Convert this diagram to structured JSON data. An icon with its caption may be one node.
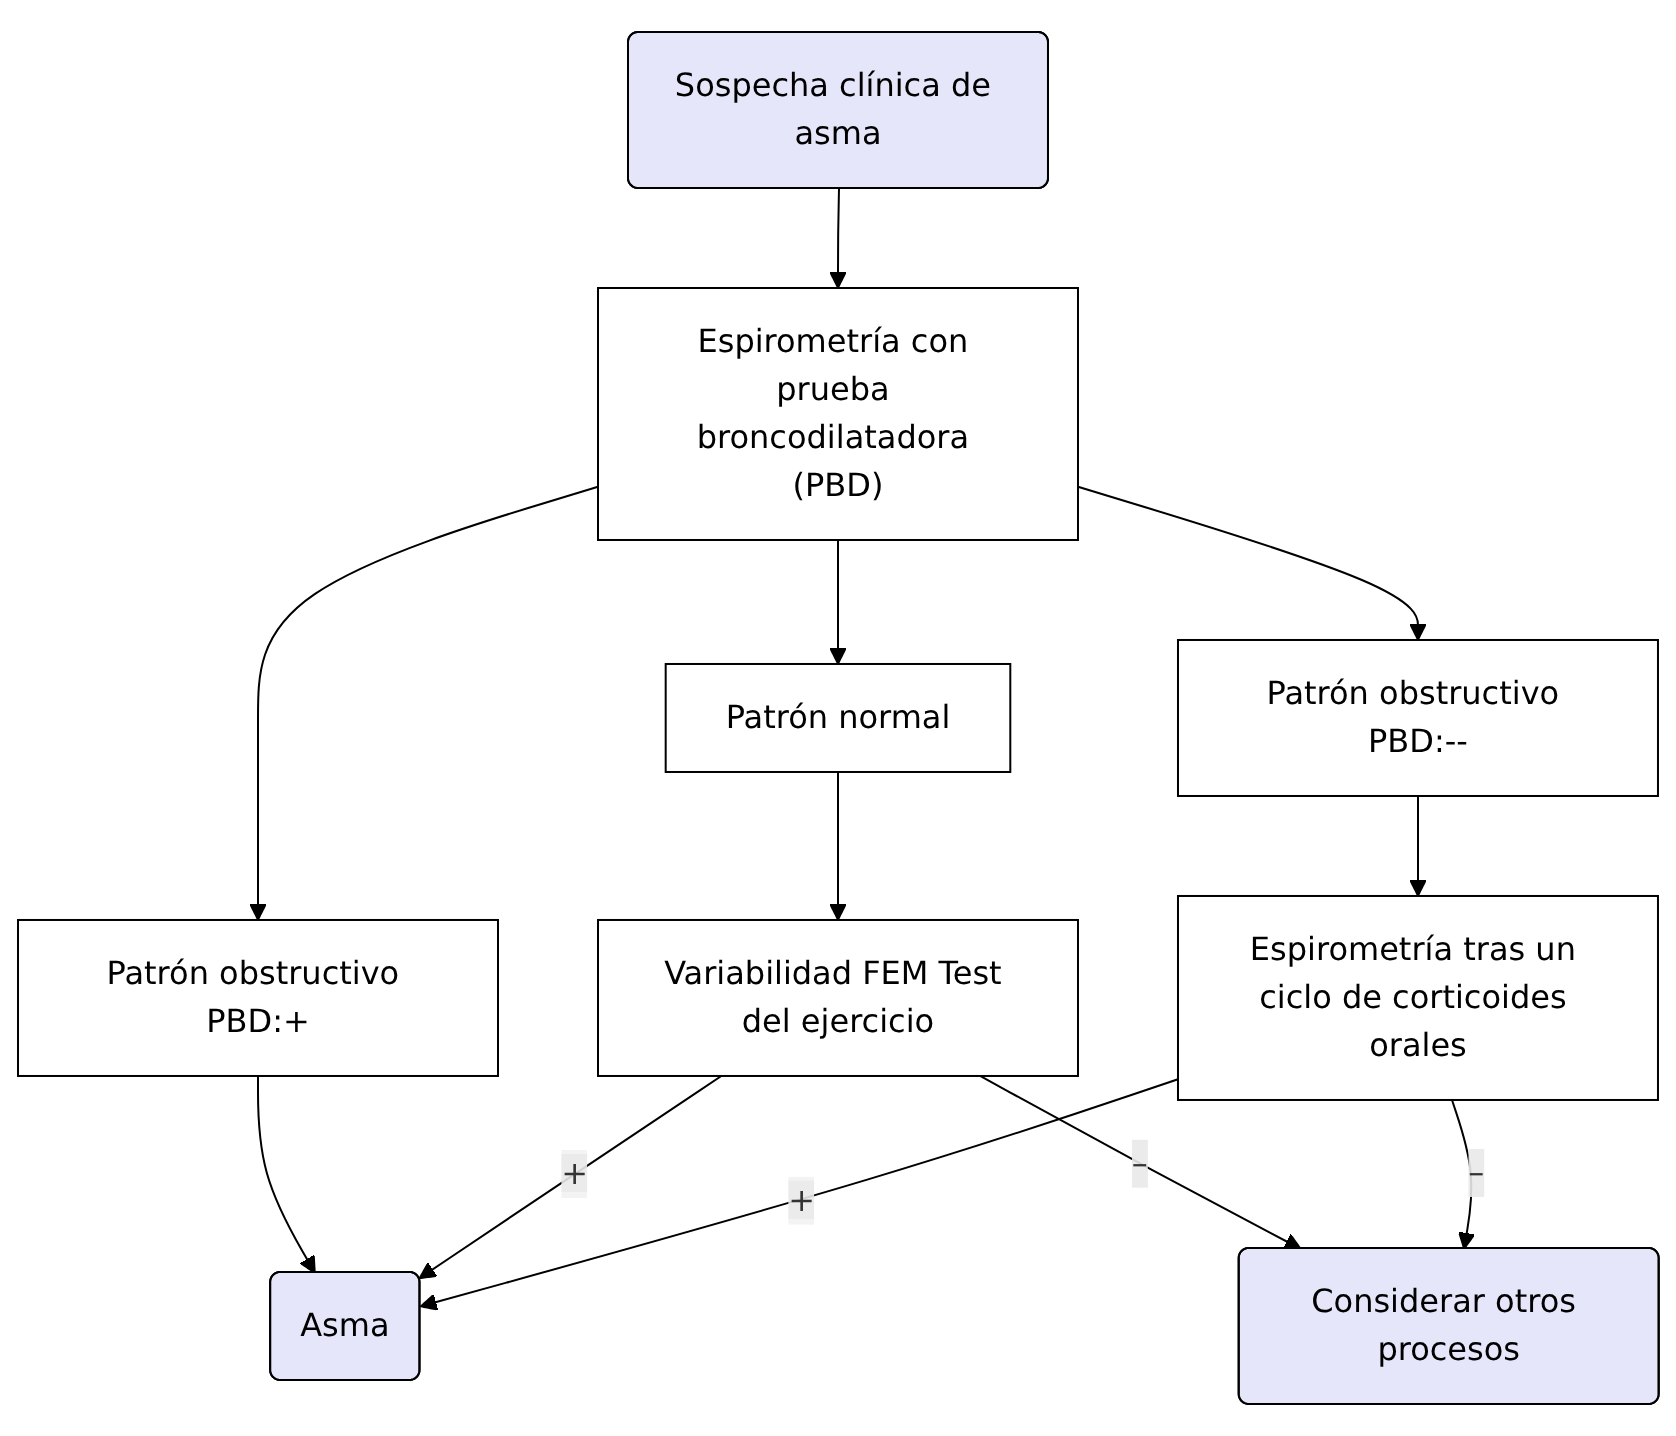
{
  "diagram": {
    "nodes": [
      {
        "text": [
          "Sospecha clínica de asma"
        ]
      },
      {
        "text": [
          "Espirometría con prueba broncodilatadora (PBD)"
        ]
      },
      {
        "text": [
          "Patrón normal"
        ]
      },
      {
        "text": [
          "Patrón obstructivo PBD:+"
        ]
      },
      {
        "text": [
          "Patrón obstructivo PBD:--"
        ]
      },
      {
        "text": [
          "Variabilidad FEM Test del ejercicio"
        ]
      },
      {
        "text": [
          "Asma"
        ]
      },
      {
        "text": [
          "Espirometría tras un ciclo de corticoides orales"
        ]
      },
      {
        "text": [
          "Considerar otros procesos"
        ]
      }
    ],
    "edges": [
      {
        "from": 0,
        "to": 1,
        "arrow": "to"
      },
      {
        "from": 1,
        "to": 2,
        "arrow": "to"
      },
      {
        "from": 1,
        "to": 3,
        "arrow": "to"
      },
      {
        "from": 1,
        "to": 4,
        "arrow": "to"
      },
      {
        "from": 2,
        "to": 5,
        "arrow": "to"
      },
      {
        "from": 3,
        "to": 6,
        "arrow": "to"
      },
      {
        "from": 4,
        "to": 7,
        "arrow": "to"
      },
      {
        "from": 5,
        "to": 6,
        "arrow": "to",
        "label": "+"
      },
      {
        "from": 7,
        "to": 6,
        "arrow": "to",
        "label": "+"
      },
      {
        "from": 5,
        "to": 8,
        "arrow": "to",
        "label": "–"
      },
      {
        "from": 7,
        "to": 8,
        "arrow": "to",
        "label": "–"
      }
    ]
  }
}
